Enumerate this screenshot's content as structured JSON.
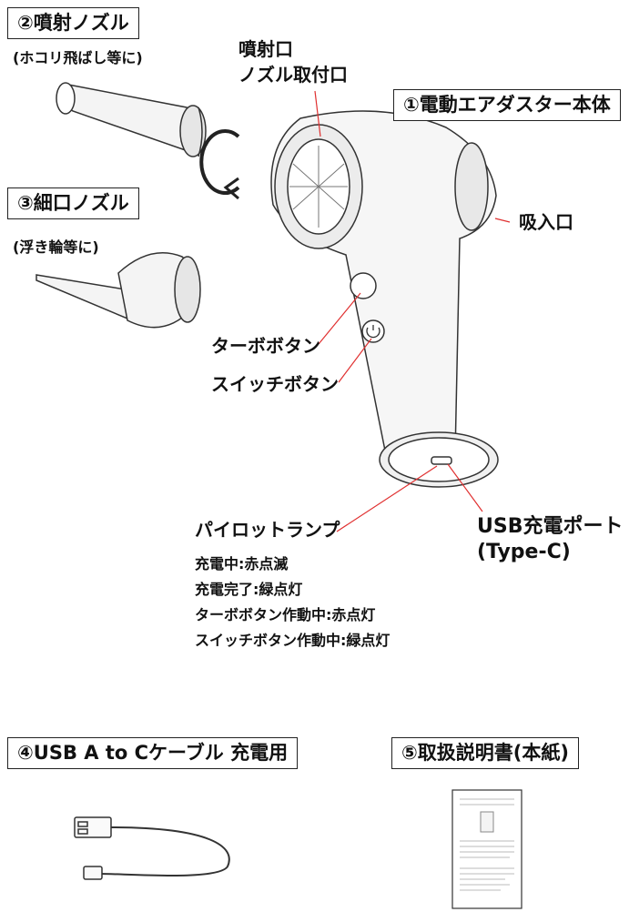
{
  "parts": {
    "spray_nozzle": {
      "title": "②噴射ノズル",
      "note": "(ホコリ飛ばし等に)"
    },
    "fine_nozzle": {
      "title": "③細口ノズル",
      "note": "(浮き輪等に)"
    },
    "main_body": {
      "title": "①電動エアダスター本体"
    },
    "cable": {
      "title": "④USB A to Cケーブル 充電用"
    },
    "manual": {
      "title": "⑤取扱説明書(本紙)"
    }
  },
  "callouts": {
    "outlet_line1": "噴射口",
    "outlet_line2": "ノズル取付口",
    "intake": "吸入口",
    "turbo_button": "ターボボタン",
    "switch_button": "スイッチボタン",
    "pilot_lamp": "パイロットランプ",
    "usb_port_line1": "USB充電ポート",
    "usb_port_line2": "(Type-C)"
  },
  "lamp_states": [
    "充電中:赤点滅",
    "充電完了:緑点灯",
    "ターボボタン作動中:赤点灯",
    "スイッチボタン作動中:緑点灯"
  ],
  "colors": {
    "leader_line": "#e03030",
    "outline": "#222222"
  }
}
